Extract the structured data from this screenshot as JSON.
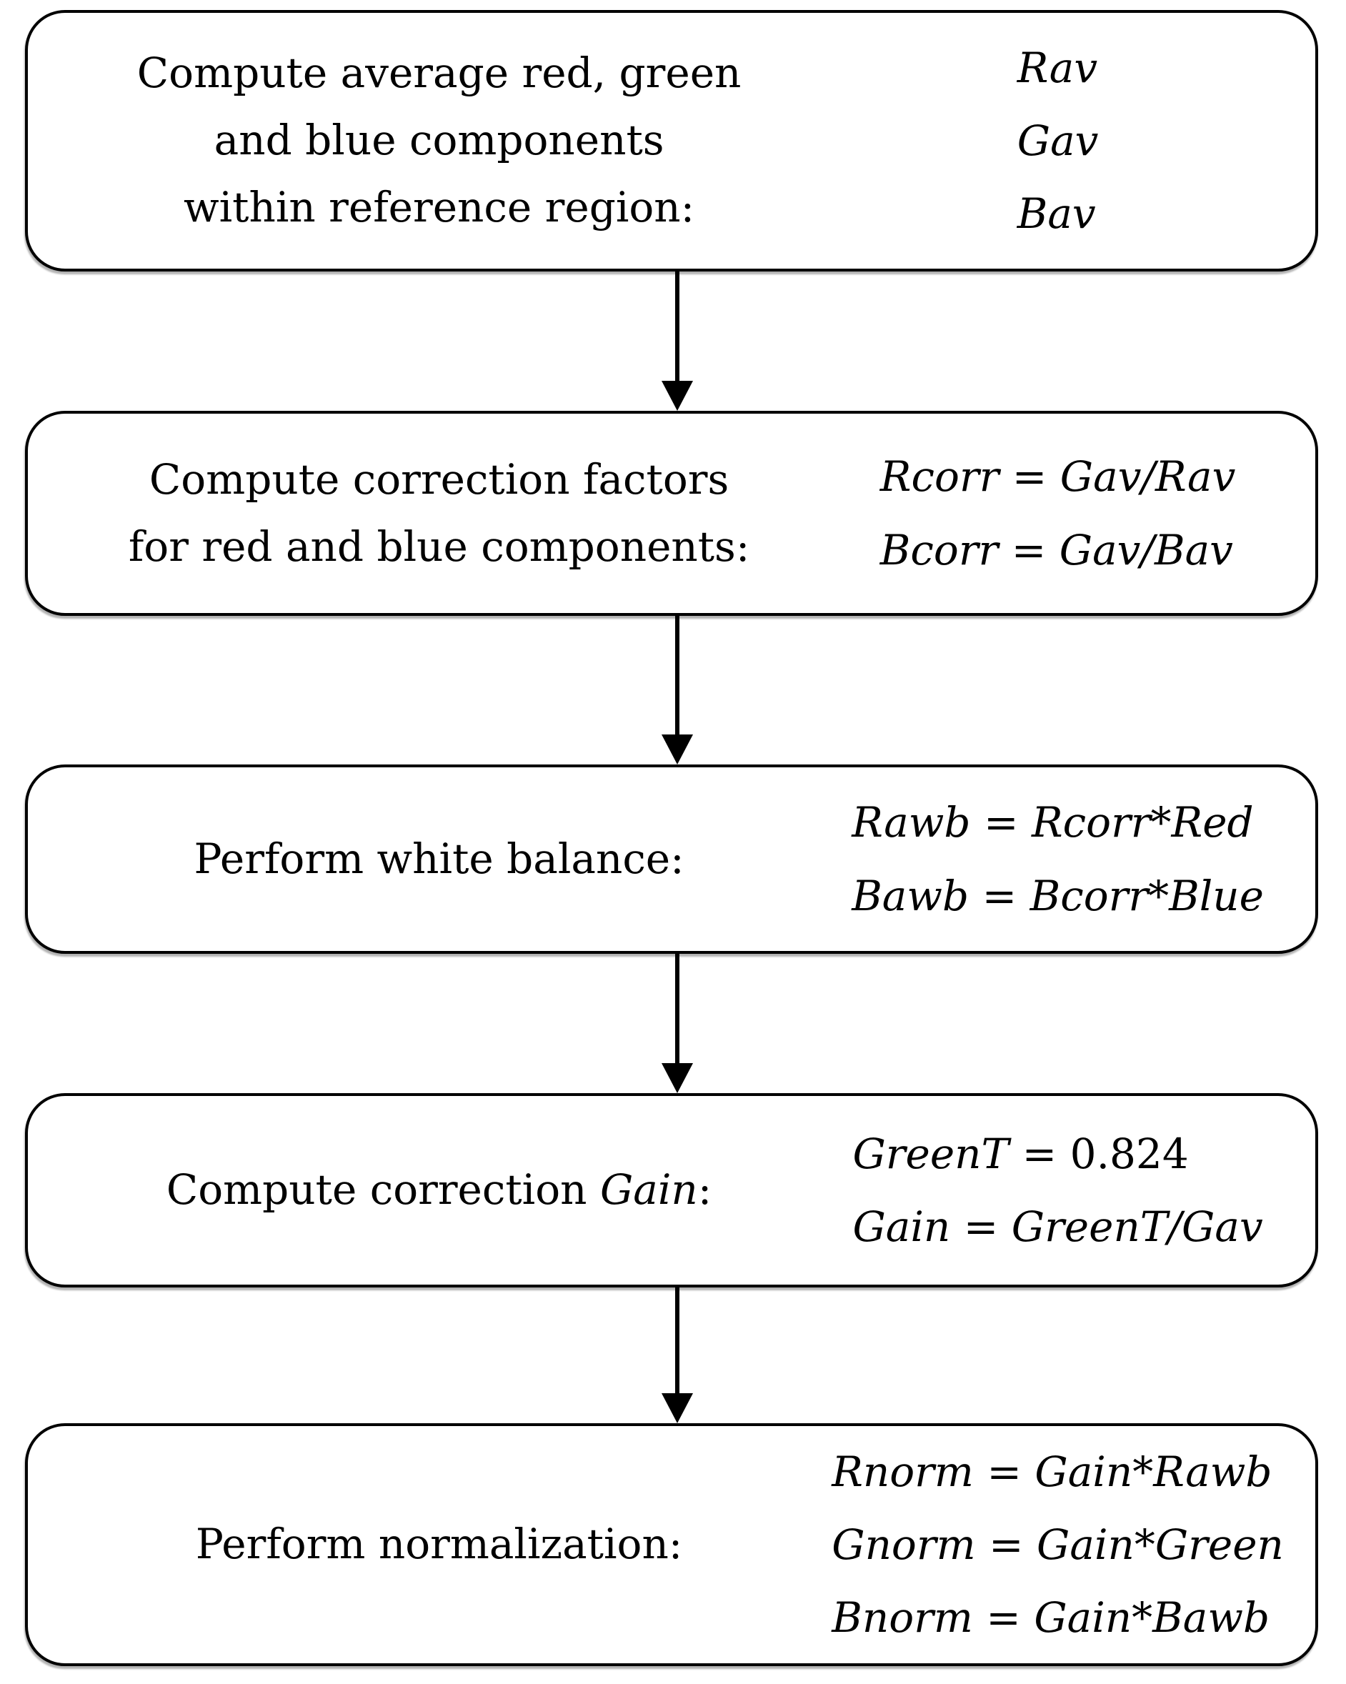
{
  "figure": {
    "background_color": "#ffffff",
    "line_color": "#000000",
    "boxes": [
      {
        "labels": [
          "Compute average red, green",
          "and blue components",
          "within reference region:"
        ],
        "formulas": [
          "Rav",
          "Gav",
          "Bav"
        ]
      },
      {
        "labels": [
          "Compute correction factors",
          "for red and blue components:"
        ],
        "formulas": [
          "Rcorr = Gav/Rav",
          "Bcorr = Gav/Bav"
        ]
      },
      {
        "labels": [
          "Perform white balance:"
        ],
        "formulas": [
          "Rawb = Rcorr*Red",
          "Bawb = Bcorr*Blue"
        ]
      },
      {
        "label_prefix": "Compute correction ",
        "label_emphasis": "Gain",
        "label_suffix": ":",
        "formula_1_emphasis": "GreenT",
        "formula_1_rest": " = 0.824",
        "formula_2": "Gain = GreenT/Gav"
      },
      {
        "labels": [
          "Perform normalization:"
        ],
        "formulas": [
          "Rnorm = Gain*Rawb",
          "Gnorm = Gain*Green",
          "Bnorm = Gain*Bawb"
        ]
      }
    ]
  }
}
